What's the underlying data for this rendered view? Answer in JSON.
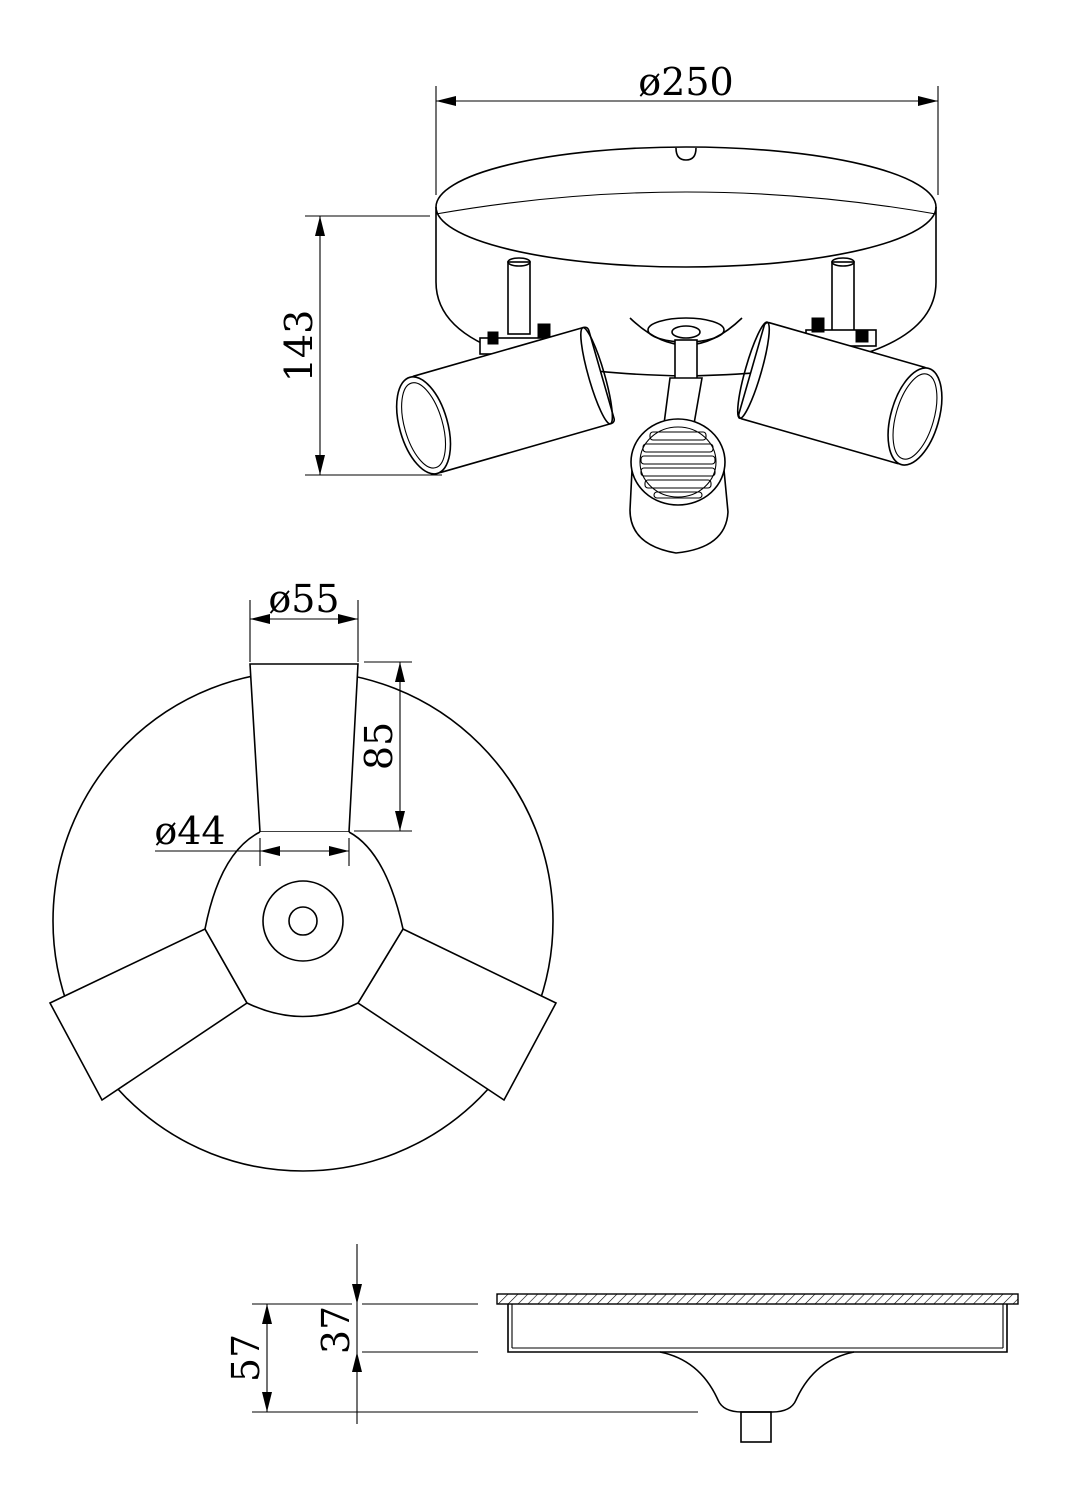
{
  "dimensions": {
    "overall_diameter": "ø250",
    "overall_height": "143",
    "spot_outer_diameter": "ø55",
    "spot_length": "85",
    "spot_inner_diameter": "ø44",
    "total_depth": "57",
    "base_depth": "37"
  }
}
